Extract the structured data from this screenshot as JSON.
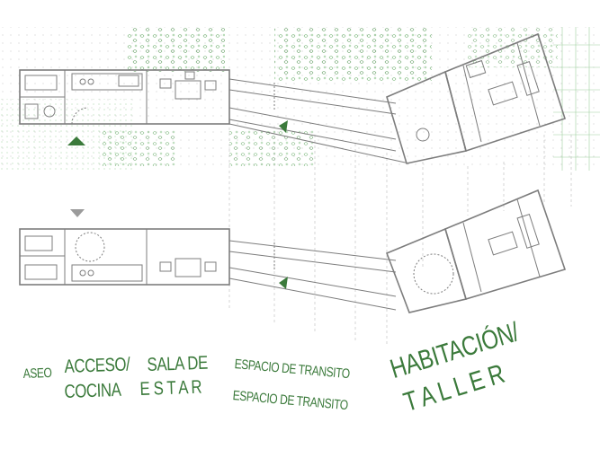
{
  "labels": {
    "aseo": "ASEO",
    "acceso": "ACCESO/",
    "cocina": "COCINA",
    "sala_de": "SALA DE",
    "estar": "E S T A R",
    "transito_1": "ESPACIO DE TRANSITO",
    "transito_2": "ESPACIO DE TRANSITO",
    "habitacion": "HABITACIÓN/",
    "taller": "T A L L E R"
  },
  "colors": {
    "accent_green": "#3b7a3b",
    "line": "#8a8a8a",
    "vegetation": "#5aa55a",
    "background": "#ffffff"
  }
}
